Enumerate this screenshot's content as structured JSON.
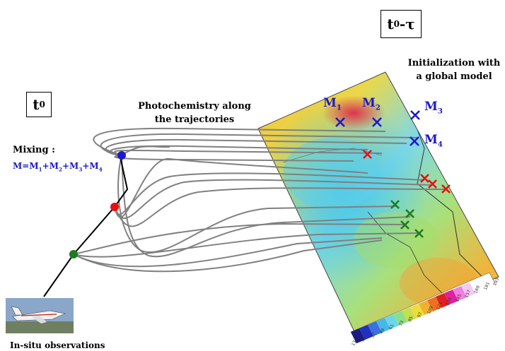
{
  "labels": {
    "t0": "t",
    "t0_sub": "0",
    "t0_tau": "t",
    "t0_tau_sub": "0",
    "t0_tau_suffix": "-τ",
    "init_line1": "Initialization with",
    "init_line2": "a global model",
    "photo_line1": "Photochemistry along",
    "photo_line2": "the trajectories",
    "mixing": "Mixing :",
    "mix_formula": "M=M",
    "insitu": "In-situ observations"
  },
  "markers": {
    "m1": "M",
    "m1_sub": "1",
    "m2": "M",
    "m2_sub": "2",
    "m3": "M",
    "m3_sub": "3",
    "m4": "M",
    "m4_sub": "4"
  },
  "formula_terms": [
    {
      "sub": "1",
      "sep": "+M"
    },
    {
      "sub": "2",
      "sep": "+M"
    },
    {
      "sub": "3",
      "sep": "+M"
    },
    {
      "sub": "4",
      "sep": ""
    }
  ],
  "colorbar_ticks": [
    "13",
    "25",
    "37",
    "49",
    "61",
    "73",
    "85",
    "97",
    "109",
    "121",
    "133",
    "145",
    "157",
    "169",
    "181",
    "193"
  ],
  "colors": {
    "mixing_text": "#1a1acc",
    "blue_marker": "#1a1acc",
    "red_marker": "#e81010",
    "green_marker": "#1e7a1e",
    "trajectory": "#808080"
  }
}
